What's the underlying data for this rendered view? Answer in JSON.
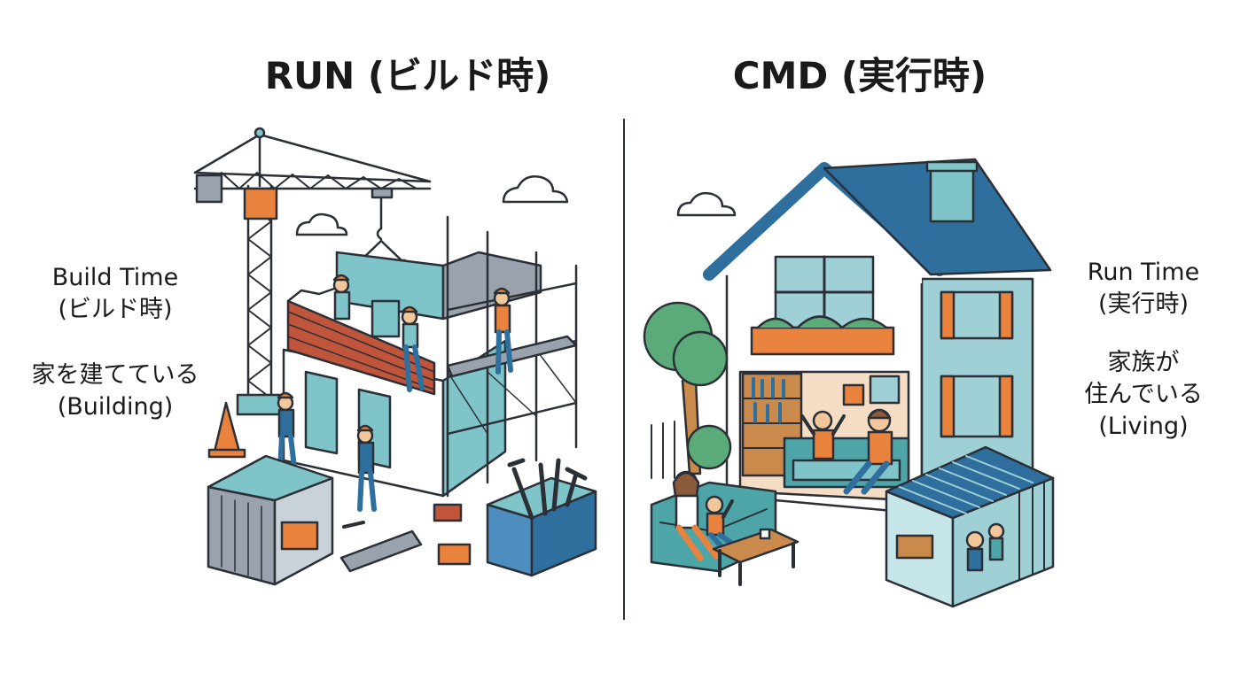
{
  "left_panel": {
    "title": "RUN (ビルド時)",
    "label_time_en": "Build Time",
    "label_time_jp": "(ビルド時)",
    "label_action_jp": "家を建てている",
    "label_action_en": "(Building)"
  },
  "right_panel": {
    "title": "CMD (実行時)",
    "label_time_en": "Run Time",
    "label_time_jp": "(実行時)",
    "label_action_jp_1": "家族が",
    "label_action_jp_2": "住んでいる",
    "label_action_en": "(Living)"
  },
  "colors": {
    "outline": "#2b2f36",
    "teal": "#7fc4c9",
    "blue": "#2f6f9e",
    "orange": "#e8823c",
    "brick": "#c0553b",
    "gray": "#9aa3ad",
    "green": "#5bab7a"
  },
  "icons": [
    "crane-icon",
    "cloud-icon",
    "worker-icon",
    "brick-wall-icon",
    "scaffolding-icon",
    "traffic-cone-icon",
    "toolbox-icon",
    "shipping-container-icon",
    "house-icon",
    "tree-icon",
    "sofa-icon",
    "family-icon",
    "table-icon",
    "bookshelf-icon"
  ]
}
